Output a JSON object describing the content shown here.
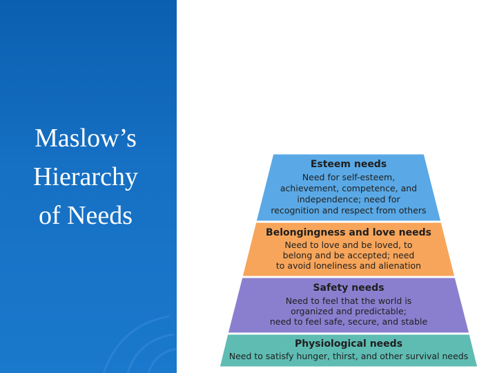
{
  "slide": {
    "title_lines": [
      "Maslow’s",
      "Hierarchy",
      "of Needs"
    ]
  },
  "colors": {
    "panel": "#1670c3",
    "esteem": "#5aa9e6",
    "belonging": "#f6a55b",
    "safety": "#8a7fcf",
    "physiological": "#5fbcb3"
  },
  "pyramid": {
    "tiers": [
      {
        "title": "Esteem needs",
        "color": "#5aa9e6",
        "lines": [
          "Need for self-esteem,",
          "achievement, competence, and",
          "independence; need for",
          "recognition and respect from others"
        ]
      },
      {
        "title": "Belongingness and love needs",
        "color": "#f6a55b",
        "lines": [
          "Need to love and be loved, to",
          "belong and be accepted; need",
          "to avoid loneliness and alienation"
        ]
      },
      {
        "title": "Safety needs",
        "color": "#8a7fcf",
        "lines": [
          "Need to feel that the world is",
          "organized and predictable;",
          "need to feel safe, secure, and stable"
        ]
      },
      {
        "title": "Physiological needs",
        "color": "#5fbcb3",
        "lines": [
          "Need to satisfy hunger, thirst, and other survival needs"
        ]
      }
    ]
  }
}
